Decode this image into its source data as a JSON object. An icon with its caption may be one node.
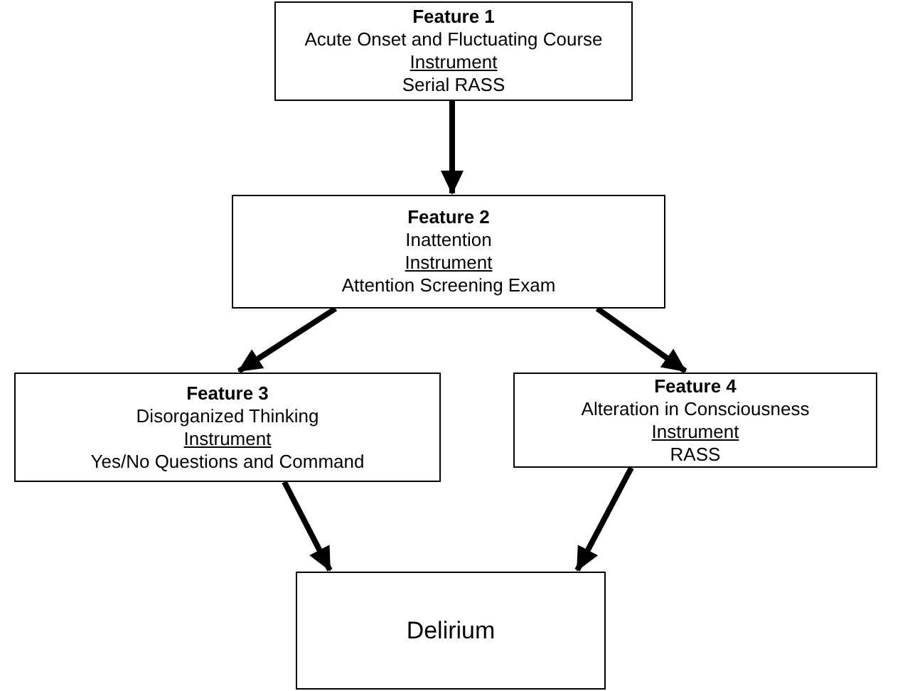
{
  "diagram": {
    "nodes": [
      {
        "text": [
          "Feature 1",
          "Acute Onset and Fluctuating Course",
          "Instrument",
          "Serial RASS"
        ]
      },
      {
        "text": [
          "Feature 2",
          "Inattention",
          "Instrument",
          "Attention Screening Exam"
        ]
      },
      {
        "text": [
          "Feature 3",
          "Disorganized Thinking",
          "Instrument",
          "Yes/No Questions and Command"
        ]
      },
      {
        "text": [
          "Feature 4",
          "Alteration in Consciousness",
          "Instrument",
          "RASS"
        ]
      },
      {
        "text": [
          "Delirium"
        ]
      }
    ],
    "edges": [
      {
        "from": 0,
        "to": 1,
        "arrow": "to"
      },
      {
        "from": 1,
        "to": 2,
        "arrow": "to"
      },
      {
        "from": 1,
        "to": 3,
        "arrow": "to"
      },
      {
        "from": 2,
        "to": 4,
        "arrow": "to"
      },
      {
        "from": 3,
        "to": 4,
        "arrow": "to"
      }
    ]
  }
}
